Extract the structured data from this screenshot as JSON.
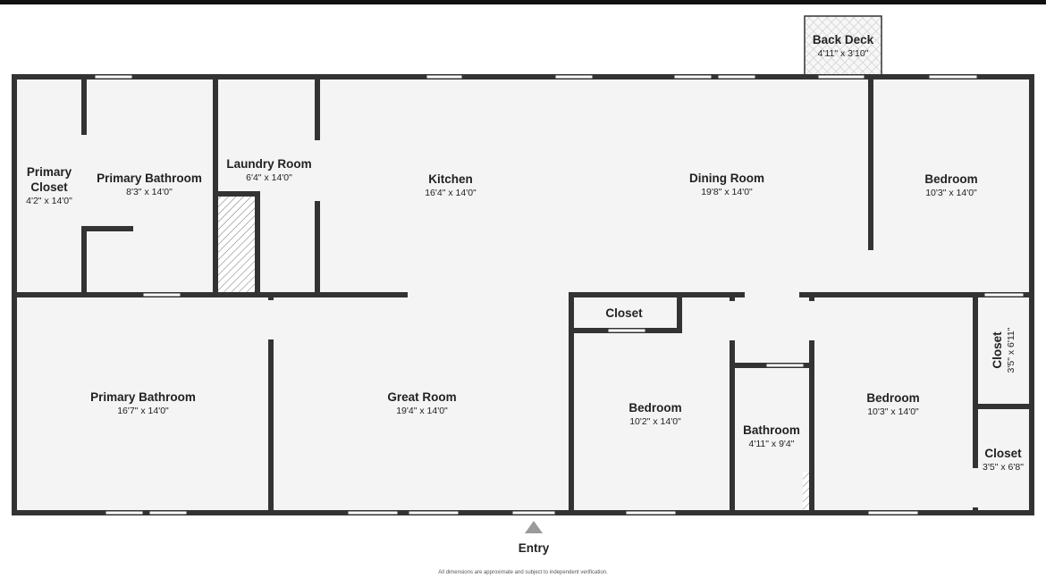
{
  "floorplan": {
    "rooms": {
      "back_deck": {
        "name": "Back Deck",
        "dims": "4'11\" x 3'10\""
      },
      "primary_closet": {
        "name_line1": "Primary",
        "name_line2": "Closet",
        "dims": "4'2\" x 14'0\""
      },
      "primary_bath_1": {
        "name": "Primary Bathroom",
        "dims": "8'3\" x 14'0\""
      },
      "laundry": {
        "name": "Laundry Room",
        "dims": "6'4\" x 14'0\""
      },
      "kitchen": {
        "name": "Kitchen",
        "dims": "16'4\" x 14'0\""
      },
      "dining": {
        "name": "Dining Room",
        "dims": "19'8\" x 14'0\""
      },
      "bedroom_ne": {
        "name": "Bedroom",
        "dims": "10'3\" x 14'0\""
      },
      "primary_bath_2": {
        "name": "Primary Bathroom",
        "dims": "16'7\" x 14'0\""
      },
      "great_room": {
        "name": "Great Room",
        "dims": "19'4\" x 14'0\""
      },
      "closet_center": {
        "name": "Closet"
      },
      "bedroom_center": {
        "name": "Bedroom",
        "dims": "10'2\" x 14'0\""
      },
      "bathroom": {
        "name": "Bathroom",
        "dims": "4'11\" x 9'4\""
      },
      "bedroom_se": {
        "name": "Bedroom",
        "dims": "10'3\" x 14'0\""
      },
      "closet_upper": {
        "name": "Closet",
        "dims": "3'5\" x 6'11\""
      },
      "closet_lower": {
        "name": "Closet",
        "dims": "3'5\" x 6'8\""
      }
    },
    "entry_label": "Entry",
    "disclaimer": "All dimensions are approximate and subject to independent verification."
  },
  "colors": {
    "wall": "#333333",
    "floor": "#f4f4f4",
    "window": "#ffffff",
    "top_bar": "#111111",
    "entry_arrow": "#9a9a9a"
  }
}
